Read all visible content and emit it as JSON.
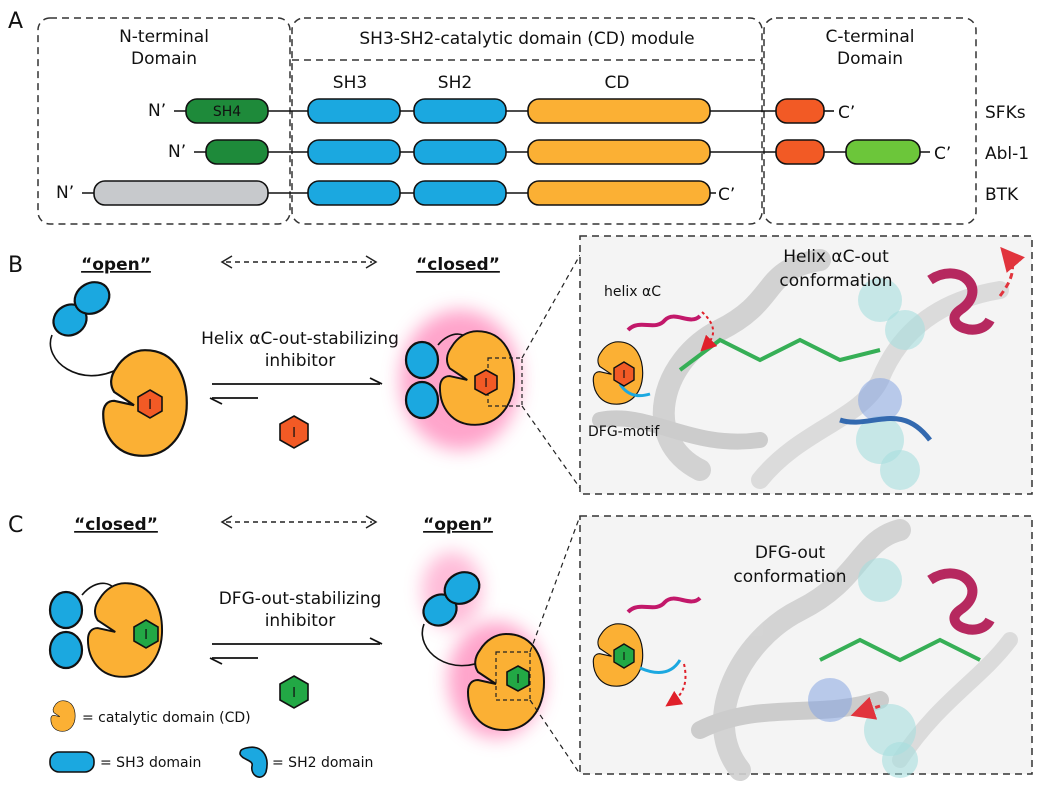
{
  "colors": {
    "sh4_green": "#1e8a3a",
    "sh3_sh2_blue": "#1ba8e0",
    "cd_orange": "#fbb034",
    "terminal_red": "#f25a25",
    "terminal_lightgreen": "#6cc63a",
    "btk_gray": "#c7c9cc",
    "helix_magenta": "#b0124f",
    "dfg_blue": "#1f5aa8",
    "glow_pink": "#ff5aa0"
  },
  "panel_a": {
    "letter": "A",
    "n_terminal_title": [
      "N-terminal",
      "Domain"
    ],
    "module_title": "SH3-SH2-catalytic domain (CD) module",
    "c_terminal_title": [
      "C-terminal",
      "Domain"
    ],
    "domain_labels": {
      "sh4": "SH4",
      "sh3": "SH3",
      "sh2": "SH2",
      "cd": "CD"
    },
    "n_end": "N’",
    "c_end": "C’",
    "proteins": [
      "SFKs",
      "Abl-1",
      "BTK"
    ]
  },
  "panel_b": {
    "letter": "B",
    "left_state": "“open”",
    "right_state": "“closed”",
    "inhibitor_text": [
      "Helix αC-out-stabilizing",
      "inhibitor"
    ],
    "inhibitor_symbol": "I",
    "inset_helix_label": "helix αC",
    "inset_dfg_label": "DFG-motif",
    "structure_title": [
      "Helix αC-out",
      "conformation"
    ]
  },
  "panel_c": {
    "letter": "C",
    "left_state": "“closed”",
    "right_state": "“open”",
    "inhibitor_text": [
      "DFG-out-stabilizing",
      "inhibitor"
    ],
    "inhibitor_symbol": "I",
    "structure_title": [
      "DFG-out",
      "conformation"
    ]
  },
  "legend": {
    "cd": "= catalytic domain (CD)",
    "sh3": "= SH3 domain",
    "sh2": "= SH2 domain"
  }
}
